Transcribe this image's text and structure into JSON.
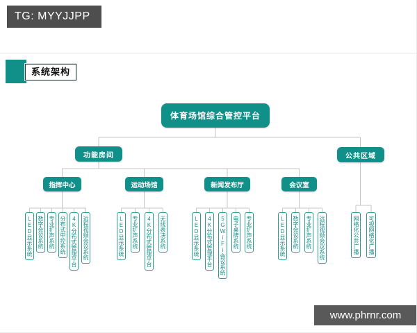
{
  "tag": {
    "text": "TG: MYYJJPP"
  },
  "site_watermark": {
    "text": "www.phrnr.com"
  },
  "slide": {
    "section_title": "系统架构",
    "accent_color": "#11908a",
    "connector_color": "#c6c6c6",
    "tree": {
      "root_label": "体育场馆综合管控平台",
      "branches": [
        {
          "label": "功能房间",
          "children": [
            {
              "label": "指挥中心",
              "systems": [
                "LED显示系统",
                "数字会议系统",
                "专业扩声系统",
                "分布式中控系统",
                "4K分布式管理平台",
                "远程视频会议系统"
              ]
            },
            {
              "label": "运动场馆",
              "systems": [
                "LED显示系统",
                "专业扩声系统",
                "4K分布式管理平台",
                "无线表决系统"
              ]
            },
            {
              "label": "新闻发布厅",
              "systems": [
                "LED显示系统",
                "4K分布式管理平台",
                "5GWiFi会议系统",
                "电子桌牌系统",
                "专业扩声系统"
              ]
            },
            {
              "label": "会议室",
              "systems": [
                "LED显示系统",
                "数字会议系统",
                "专业扩声系统",
                "远程视频会议系统"
              ]
            }
          ]
        },
        {
          "label": "公共区域",
          "systems": [
            "网络化公共广播",
            "可视网络化广播"
          ]
        }
      ]
    }
  }
}
